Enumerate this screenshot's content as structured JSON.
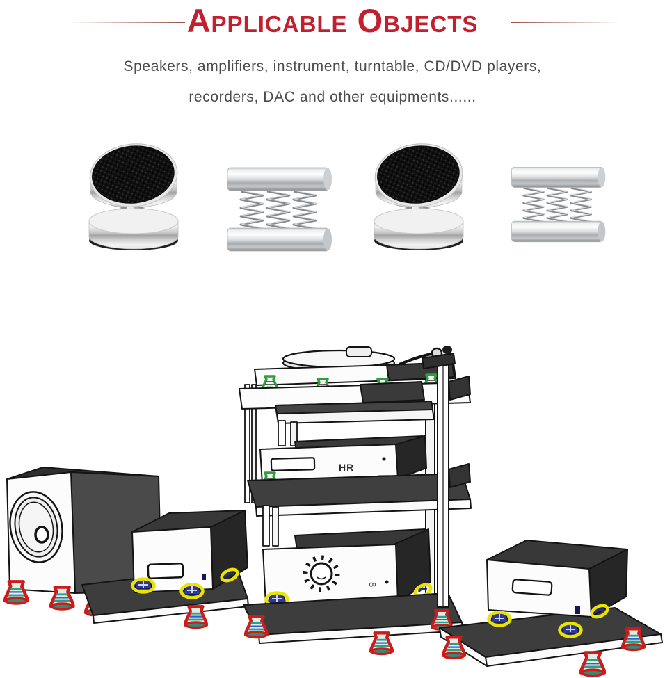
{
  "header": {
    "title": "Applicable Objects",
    "title_color": "#c2202f"
  },
  "description": {
    "line1": "Speakers, amplifiers, instrument, turntable, CD/DVD players,",
    "line2": "recorders, DAC and other equipments......"
  },
  "products": [
    {
      "id": "carbon-top-spring-isolation-foot-left",
      "type": "speaker spike isolation stand, carbon fiber top, three-quarter view"
    },
    {
      "id": "spring-damper-left",
      "type": "dual-disc spring damper, side view"
    },
    {
      "id": "carbon-top-spring-isolation-foot-right",
      "type": "speaker spike isolation stand, carbon fiber top, three-quarter view"
    },
    {
      "id": "spring-damper-right",
      "type": "dual-disc spring damper, side view"
    }
  ],
  "illustration": {
    "description": "Line drawing of a hi-fi system fitted with isolation feet: subwoofer, small amplifier on platform, equipment rack with turntable, CD player and amplifier, and a second amplifier on a platform",
    "equipment": [
      "subwoofer",
      "small amplifier",
      "turntable",
      "cd player",
      "amplifier with volume knob",
      "right amplifier"
    ],
    "cd_player_logo": "HR",
    "amplifier_mark": "8",
    "foot_highlight_colors": {
      "red": "#cf1a1a",
      "yellow": "#e9e400",
      "green": "#2f9e3f"
    }
  }
}
